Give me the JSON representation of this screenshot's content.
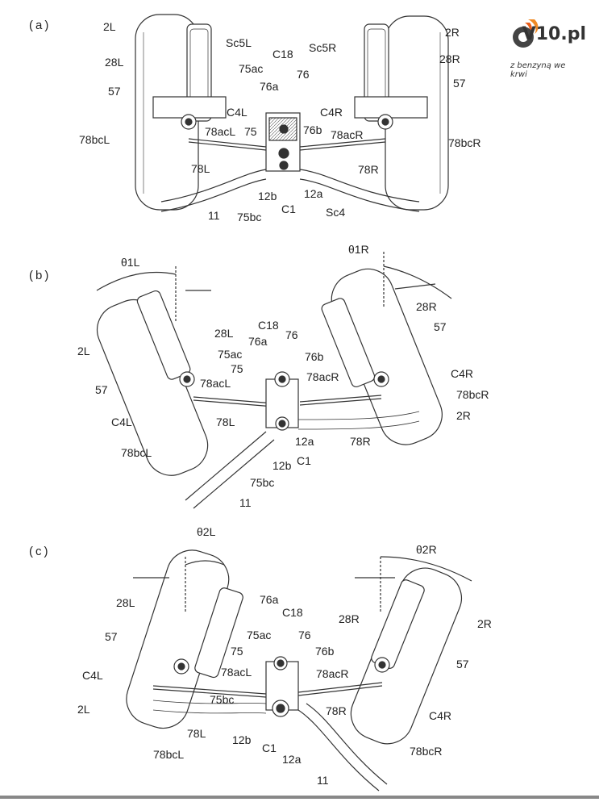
{
  "logo": {
    "brand": "V10.pl",
    "tagline": "z benzyną we krwi"
  },
  "panels": [
    {
      "id": "a",
      "letter": "(a)",
      "labels": [
        "2L",
        "2R",
        "28L",
        "28R",
        "57",
        "57",
        "Sc5L",
        "C18",
        "Sc5R",
        "75ac",
        "76",
        "76a",
        "C4L",
        "C4R",
        "75",
        "76b",
        "78acL",
        "78acR",
        "78bcL",
        "78bcR",
        "78L",
        "78R",
        "12b",
        "12a",
        "C1",
        "75bc",
        "Sc4",
        "11"
      ]
    },
    {
      "id": "b",
      "letter": "(b)",
      "labels": [
        "θ1L",
        "θ1R",
        "2L",
        "28L",
        "C18",
        "76",
        "76a",
        "28R",
        "57",
        "75ac",
        "76b",
        "75",
        "78acR",
        "C4R",
        "57",
        "78acL",
        "78bcR",
        "C4L",
        "78L",
        "2R",
        "78bcL",
        "12a",
        "78R",
        "12b",
        "C1",
        "75bc",
        "11"
      ]
    },
    {
      "id": "c",
      "letter": "(c)",
      "labels": [
        "θ2L",
        "θ2R",
        "76a",
        "C18",
        "28L",
        "28R",
        "2R",
        "57",
        "75ac",
        "76",
        "75",
        "76b",
        "57",
        "C4L",
        "78acL",
        "78acR",
        "2L",
        "75bc",
        "78R",
        "C4R",
        "78L",
        "12b",
        "C1",
        "78bcL",
        "12a",
        "78bcR",
        "11"
      ]
    }
  ]
}
